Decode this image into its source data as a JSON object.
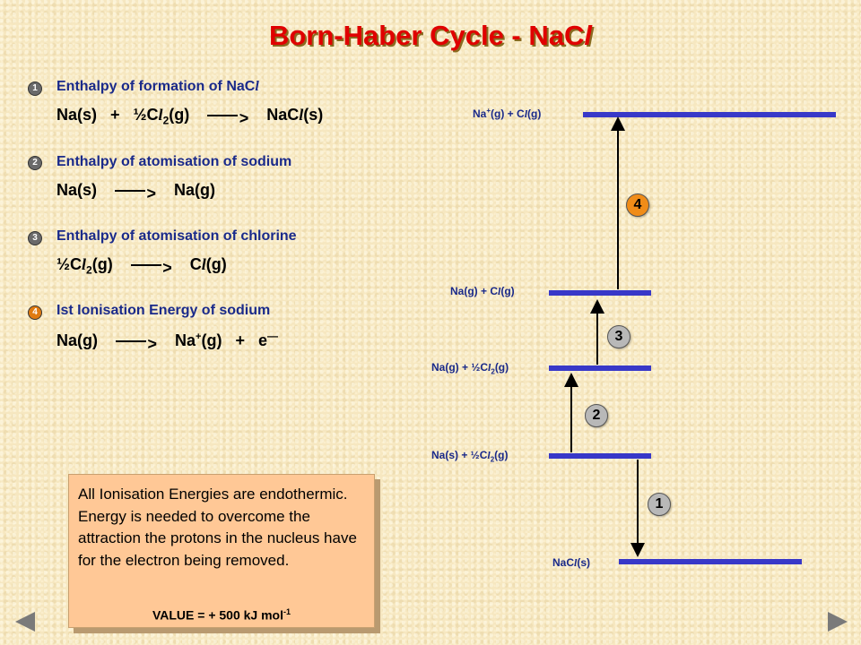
{
  "title": {
    "main": "Born-Haber Cycle - NaC",
    "italic": "l"
  },
  "steps": [
    {
      "num": "1",
      "heading": "Enthalpy of formation of NaC",
      "heading_italic": "l",
      "eq_a": "Na(s)   +   ½C",
      "eq_b": "(g)",
      "eq_arrow": ">",
      "eq_c": "NaC",
      "eq_d": "(s)"
    },
    {
      "num": "2",
      "heading": "Enthalpy of atomisation of sodium",
      "eq_a": "Na(s)",
      "eq_arrow": ">",
      "eq_c": "Na(g)"
    },
    {
      "num": "3",
      "heading": "Enthalpy of atomisation of chlorine",
      "eq_a": "½C",
      "eq_b": "(g)",
      "eq_arrow": ">",
      "eq_c": "C",
      "eq_d": "(g)"
    },
    {
      "num": "4",
      "heading": "Ist Ionisation Energy of sodium",
      "eq_a": "Na(g)",
      "eq_arrow": ">",
      "eq_c": "Na",
      "eq_sup": "+",
      "eq_d": "(g)   +   e",
      "eq_e": "—"
    }
  ],
  "levels": {
    "l1": {
      "a": "Na",
      "sup": "+",
      "b": "(g)  +  C",
      "it": "l",
      "c": "(g)"
    },
    "l2": {
      "a": "Na(g)  +  C",
      "it": "l",
      "c": "(g)"
    },
    "l3": {
      "a": "Na(g)  +  ½C",
      "it": "l",
      "sub": "2",
      "c": "(g)"
    },
    "l4": {
      "a": "Na(s)  +  ½C",
      "it": "l",
      "sub": "2",
      "c": "(g)"
    },
    "l5": {
      "a": "NaC",
      "it": "l",
      "c": "(s)"
    }
  },
  "badges": {
    "b4": "4",
    "b3": "3",
    "b2": "2",
    "b1": "1"
  },
  "note": {
    "text": "All Ionisation Energies are endothermic.  Energy is needed to overcome the attraction the protons in the nucleus have for the electron being removed.",
    "value": "VALUE = + 500 kJ mol",
    "value_sup": "-1"
  },
  "colors": {
    "title": "#e00000",
    "heading": "#1a2a8a",
    "level": "#3838c8",
    "badge_orange": "#f08c18",
    "note_bg": "#ffc896"
  }
}
